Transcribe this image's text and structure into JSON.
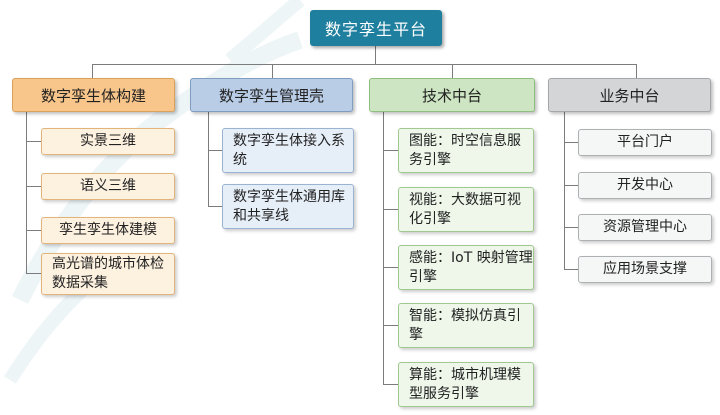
{
  "root": "数字孪生平台",
  "categories": [
    {
      "label": "数字孪生体构建",
      "items": [
        "实景三维",
        "语义三维",
        "孪生孪生体建模",
        "高光谱的城市体检数据采集"
      ]
    },
    {
      "label": "数字孪生管理壳",
      "items": [
        "数字孪生体接入系统",
        "数字孪生体通用库和共享线"
      ]
    },
    {
      "label": "技术中台",
      "items": [
        "图能：时空信息服务引擎",
        "视能：大数据可视化引擎",
        "感能：IoT 映射管理引擎",
        "智能：模拟仿真引擎",
        "算能：城市机理模型服务引擎"
      ]
    },
    {
      "label": "业务中台",
      "items": [
        "平台门户",
        "开发中心",
        "资源管理中心",
        "应用场景支撑"
      ]
    }
  ]
}
